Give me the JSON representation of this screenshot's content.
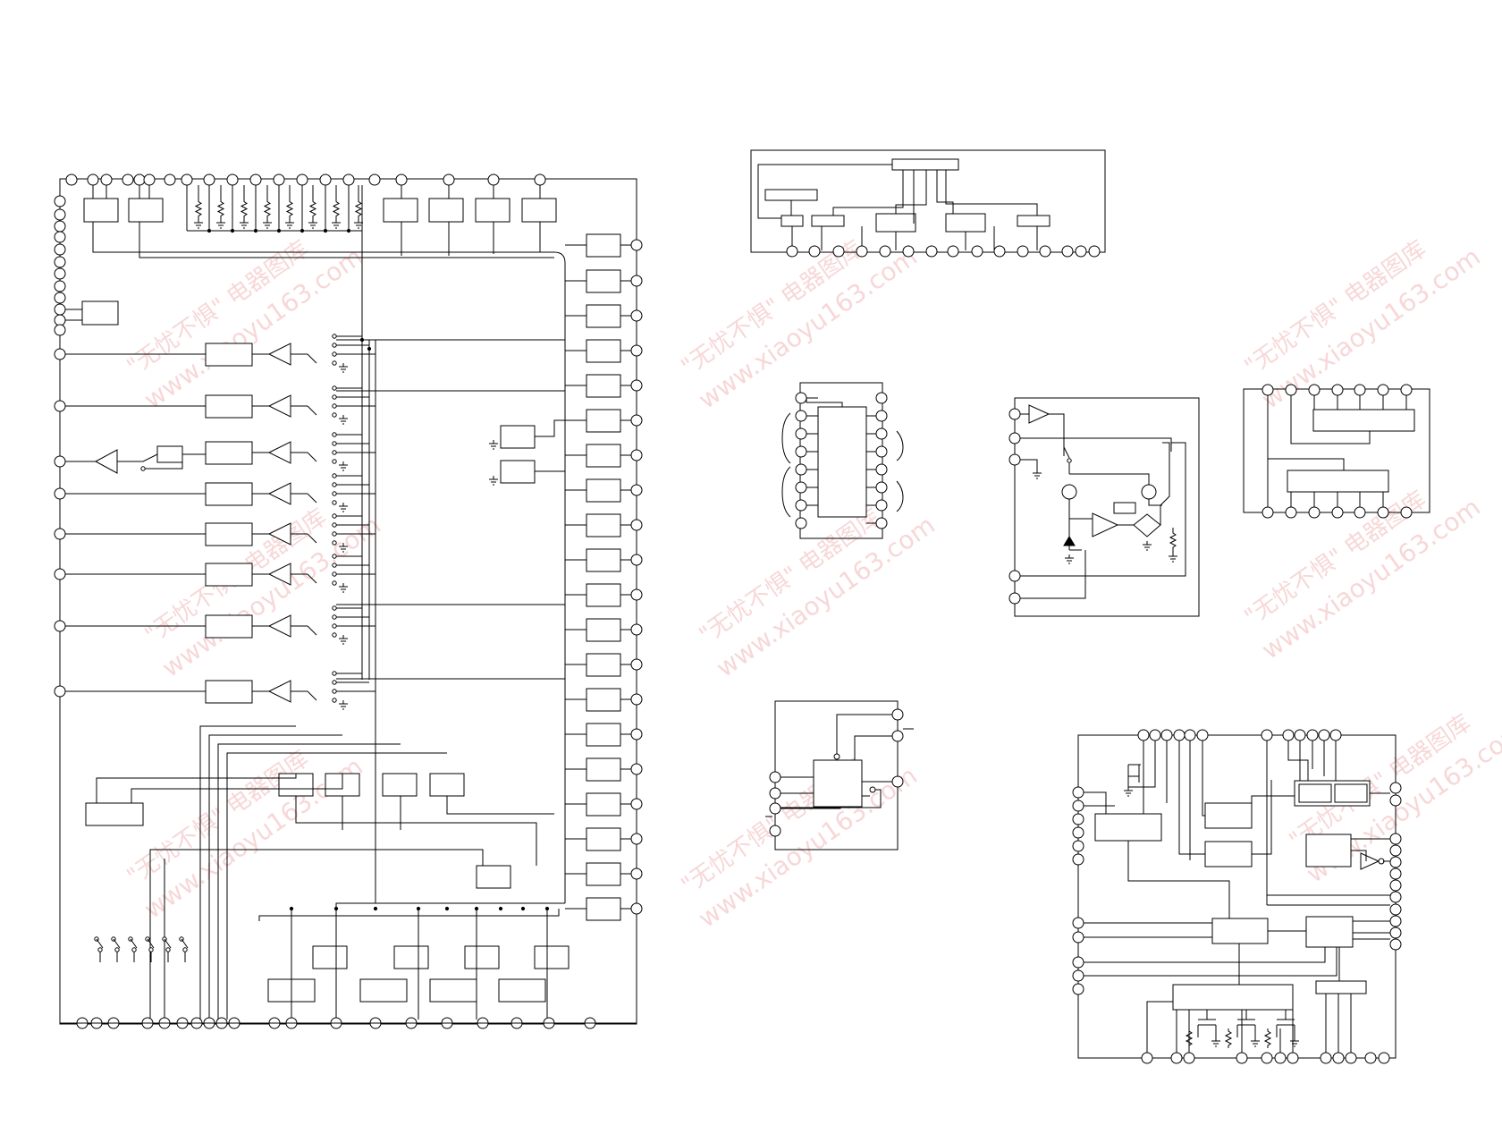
{
  "sheet": {
    "background": "#ffffff",
    "ink_color": "#000000",
    "watermark_color": "#f2b8b8"
  },
  "watermark": {
    "brand_text": "\"无忧不惧\" 电器图库",
    "url_text": "www.xiaoyu163.com"
  },
  "diagrams": [
    {
      "id": "main-ic-block-diagram",
      "labels": []
    },
    {
      "id": "ic-top-right-block-diagram",
      "labels": []
    },
    {
      "id": "ic-14pin-dual-inline",
      "labels": []
    },
    {
      "id": "ic-regulator-circuit",
      "labels": []
    },
    {
      "id": "ic-shift-register",
      "labels": []
    },
    {
      "id": "ic-small-logic",
      "labels": []
    },
    {
      "id": "ic-controller-block-diagram",
      "labels": []
    }
  ]
}
